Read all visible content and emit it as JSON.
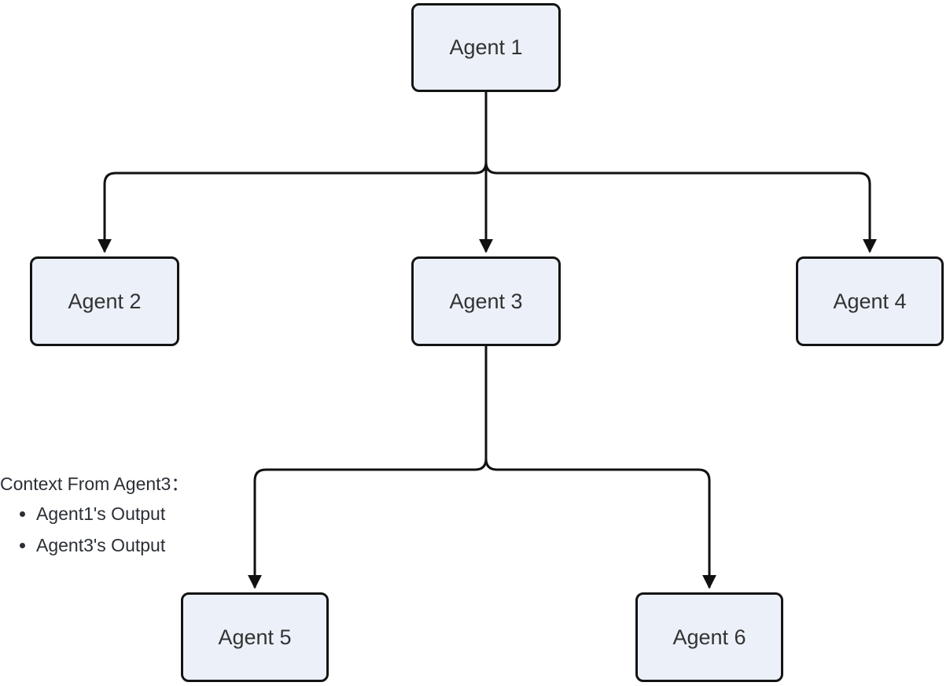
{
  "diagram": {
    "type": "flowchart-top-down",
    "nodes": [
      {
        "id": "agent1",
        "label": "Agent 1"
      },
      {
        "id": "agent2",
        "label": "Agent 2"
      },
      {
        "id": "agent3",
        "label": "Agent 3"
      },
      {
        "id": "agent4",
        "label": "Agent 4"
      },
      {
        "id": "agent5",
        "label": "Agent 5"
      },
      {
        "id": "agent6",
        "label": "Agent 6"
      }
    ],
    "edges": [
      {
        "from": "Agent 1",
        "to": "Agent 2"
      },
      {
        "from": "Agent 1",
        "to": "Agent 3"
      },
      {
        "from": "Agent 1",
        "to": "Agent 4"
      },
      {
        "from": "Agent 3",
        "to": "Agent 5"
      },
      {
        "from": "Agent 3",
        "to": "Agent 6"
      }
    ],
    "annotation": {
      "title": "Context From Agent3：",
      "bullets": [
        "Agent1's Output",
        "Agent3's Output"
      ]
    },
    "colors": {
      "node_fill": "#ECF1F9",
      "node_border": "#141414",
      "edge_color": "#111111",
      "text_color": "#333333",
      "background": "#FFFFFF"
    }
  }
}
